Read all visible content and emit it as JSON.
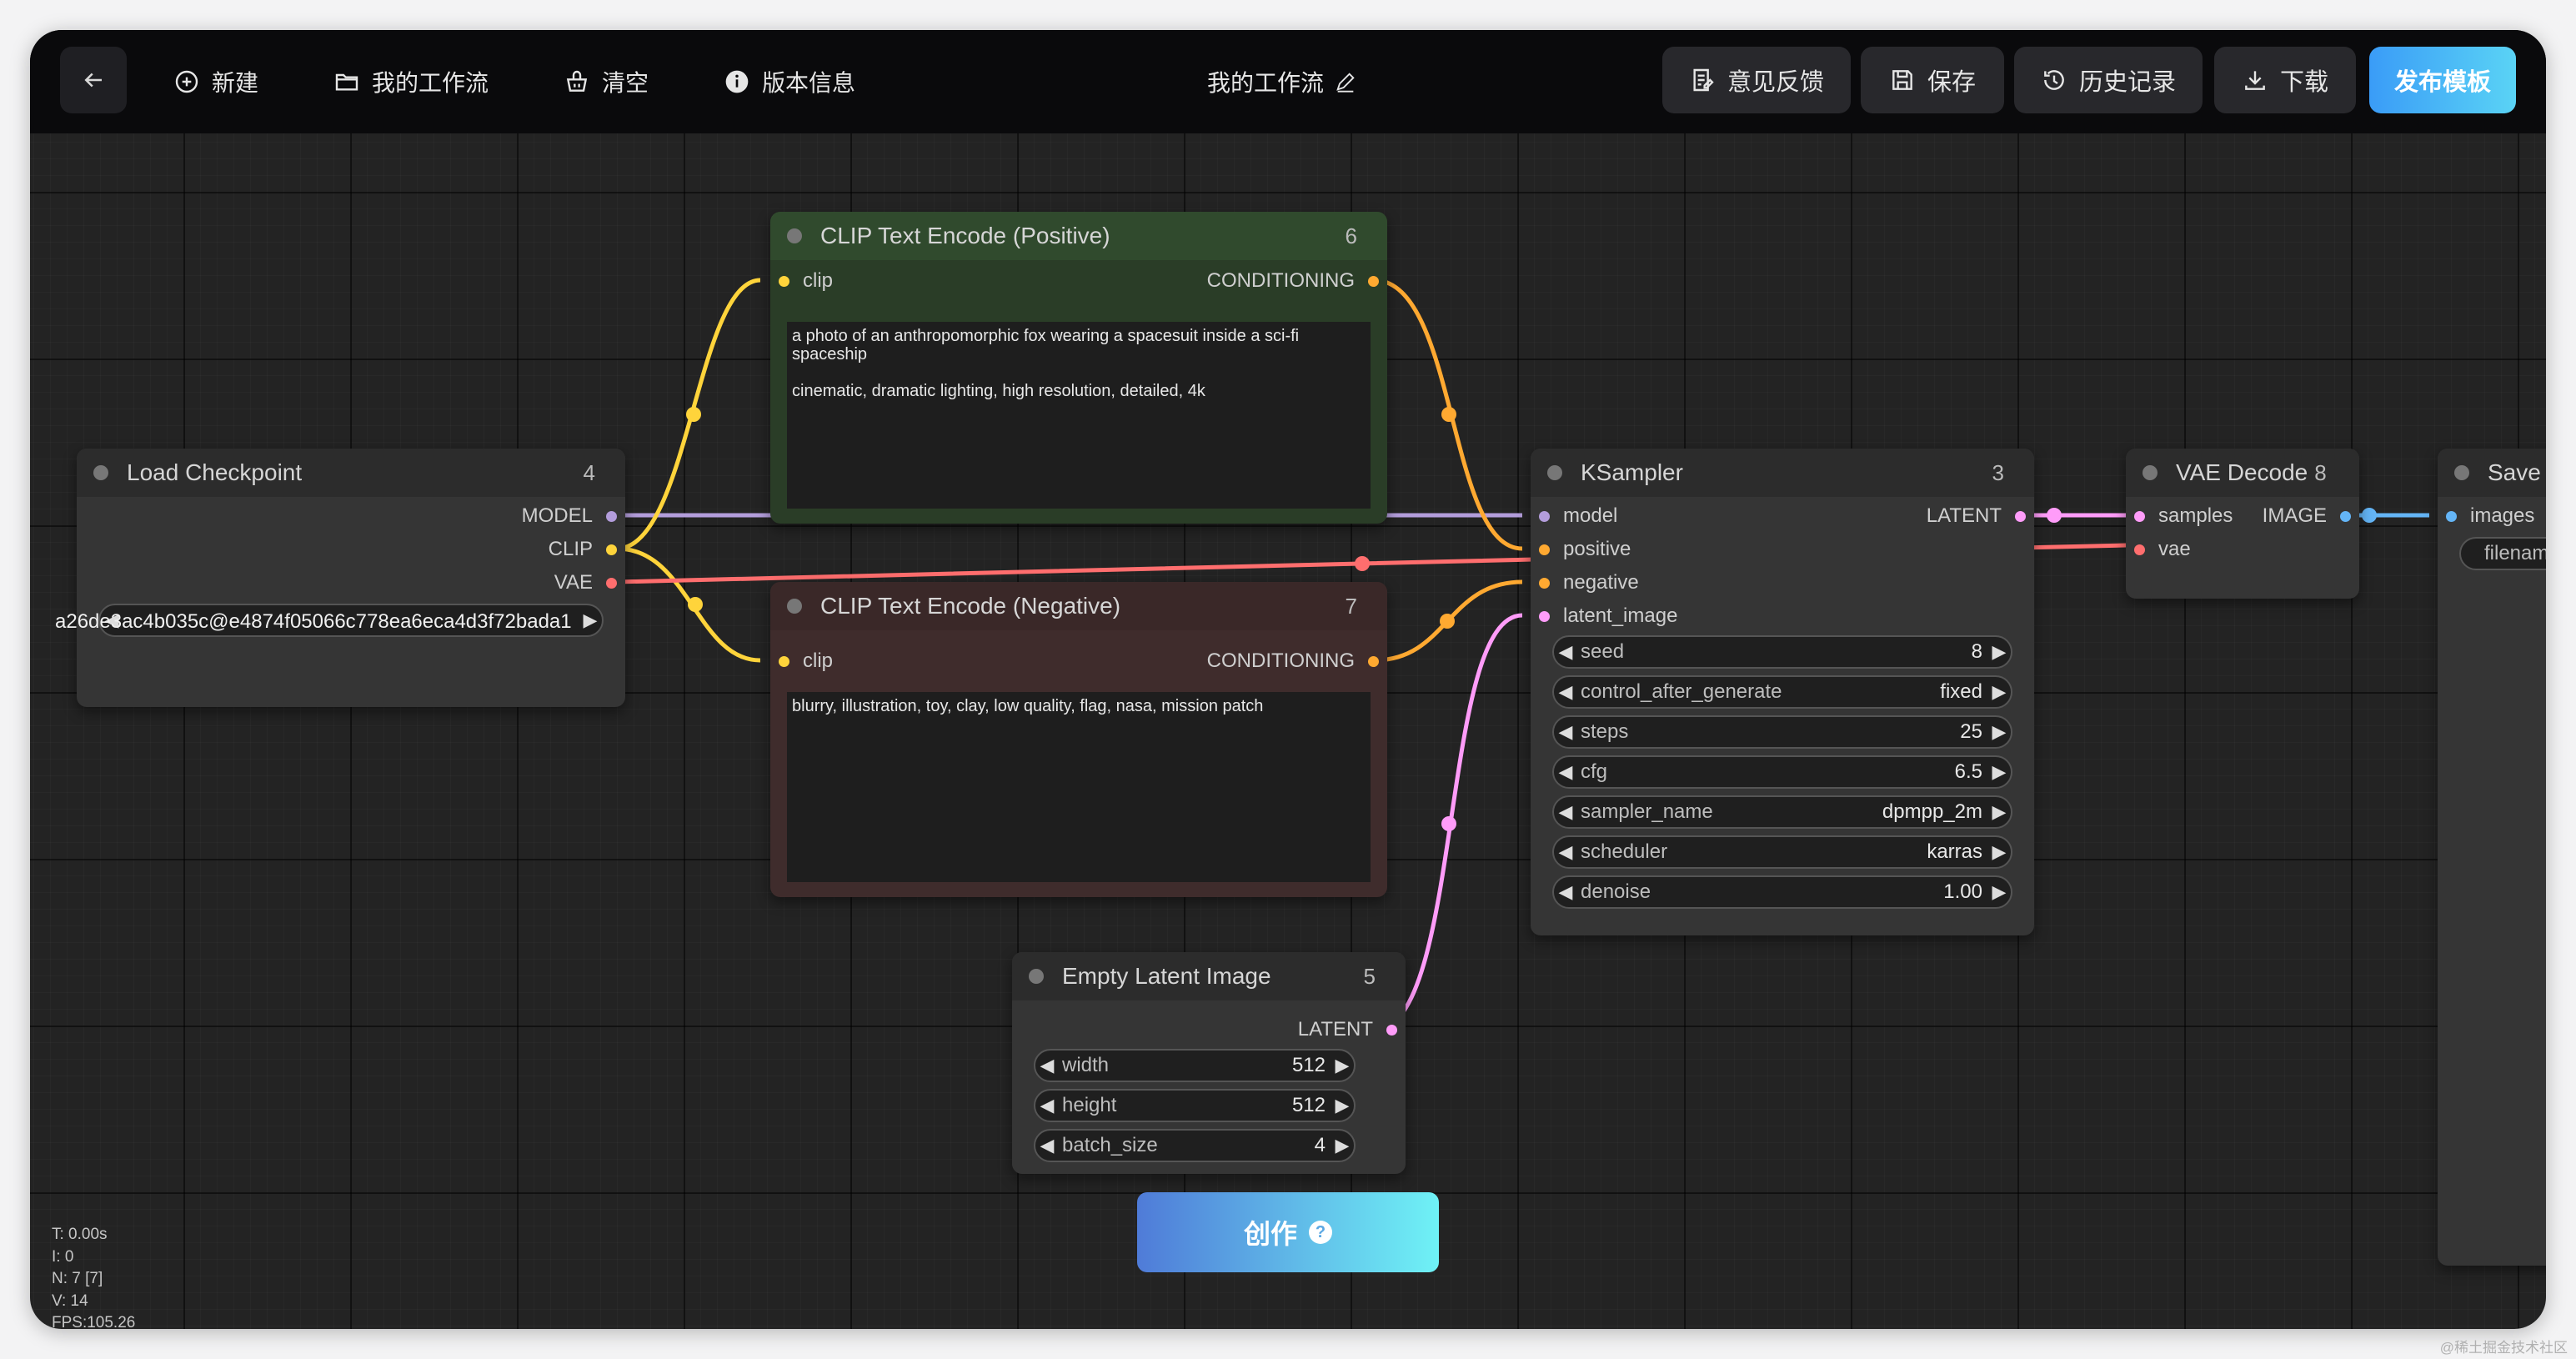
{
  "topbar": {
    "new_label": "新建",
    "my_workflows_label": "我的工作流",
    "clear_label": "清空",
    "version_label": "版本信息",
    "title": "我的工作流",
    "feedback_label": "意见反馈",
    "save_label": "保存",
    "history_label": "历史记录",
    "download_label": "下载",
    "publish_label": "发布模板"
  },
  "nodes": {
    "load_checkpoint": {
      "title": "Load Checkpoint",
      "id": "4",
      "outputs": [
        "MODEL",
        "CLIP",
        "VAE"
      ],
      "ckpt_value": "a26de3ac4b035c@e4874f05066c778ea6eca4d3f72bada1"
    },
    "clip_positive": {
      "title": "CLIP Text Encode (Positive)",
      "id": "6",
      "input": "clip",
      "output": "CONDITIONING",
      "text": "a photo of an anthropomorphic fox wearing a spacesuit inside a sci-fi spaceship\n\ncinematic, dramatic lighting, high resolution, detailed, 4k"
    },
    "clip_negative": {
      "title": "CLIP Text Encode (Negative)",
      "id": "7",
      "input": "clip",
      "output": "CONDITIONING",
      "text": "blurry, illustration, toy, clay, low quality, flag, nasa, mission patch"
    },
    "ksampler": {
      "title": "KSampler",
      "id": "3",
      "inputs": [
        "model",
        "positive",
        "negative",
        "latent_image"
      ],
      "output": "LATENT",
      "widgets": [
        {
          "label": "seed",
          "value": "8"
        },
        {
          "label": "control_after_generate",
          "value": "fixed"
        },
        {
          "label": "steps",
          "value": "25"
        },
        {
          "label": "cfg",
          "value": "6.5"
        },
        {
          "label": "sampler_name",
          "value": "dpmpp_2m"
        },
        {
          "label": "scheduler",
          "value": "karras"
        },
        {
          "label": "denoise",
          "value": "1.00"
        }
      ]
    },
    "vae_decode": {
      "title": "VAE Decode",
      "id": "8",
      "inputs": [
        "samples",
        "vae"
      ],
      "output": "IMAGE"
    },
    "save_image": {
      "title": "Save Im",
      "input": "images",
      "filename_label": "filename_"
    },
    "empty_latent": {
      "title": "Empty Latent Image",
      "id": "5",
      "output": "LATENT",
      "widgets": [
        {
          "label": "width",
          "value": "512"
        },
        {
          "label": "height",
          "value": "512"
        },
        {
          "label": "batch_size",
          "value": "4"
        }
      ]
    }
  },
  "create_button": {
    "label": "创作",
    "help": "?"
  },
  "stats": {
    "t": "T: 0.00s",
    "i": "I: 0",
    "n": "N: 7 [7]",
    "v": "V: 14",
    "fps": "FPS:105.26"
  },
  "watermark": "@稀土掘金技术社区",
  "colors": {
    "model": "#b39ddb",
    "clip": "#ffd43b",
    "vae": "#ff6e6e",
    "conditioning": "#ffa931",
    "latent": "#ff9cf9",
    "image": "#64b5f6",
    "positive_node": "#2a3d27",
    "negative_node": "#3f2c2c"
  }
}
